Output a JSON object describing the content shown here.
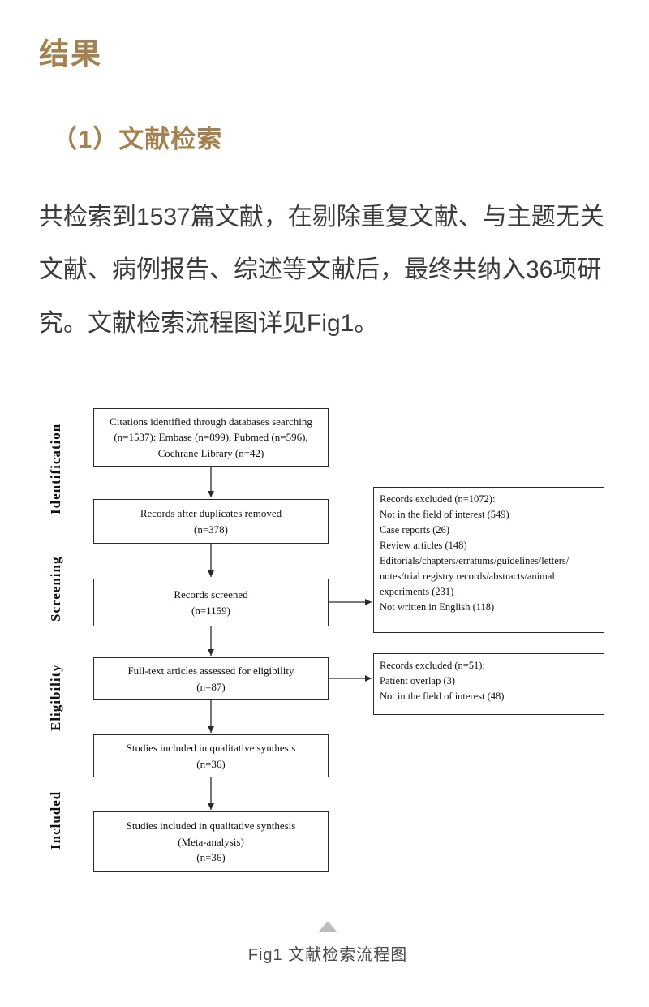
{
  "page": {
    "section_title": "结果",
    "subsection_title": "（1）文献检索",
    "body_text": "共检索到1537篇文献，在剔除重复文献、与主题无关文献、病例报告、综述等文献后，最终共纳入36项研究。文献检索流程图详见Fig1。",
    "figure_caption": "Fig1 文献检索流程图"
  },
  "colors": {
    "heading": "#a5814e",
    "body_text": "#3b3b3b",
    "box_border": "#2b2b2b",
    "caption": "#4a4a4a",
    "triangle": "#bdbdbd"
  },
  "flowchart": {
    "stage_labels": [
      "Identification",
      "Screening",
      "Eligibility",
      "Included"
    ],
    "main_boxes": [
      {
        "lines": [
          "Citations identified through databases searching",
          "(n=1537): Embase (n=899), Pubmed (n=596),",
          "Cochrane Library (n=42)"
        ]
      },
      {
        "lines": [
          "Records after duplicates removed",
          "(n=378)"
        ]
      },
      {
        "lines": [
          "Records screened",
          "(n=1159)"
        ]
      },
      {
        "lines": [
          "Full-text articles assessed for eligibility",
          "(n=87)"
        ]
      },
      {
        "lines": [
          "Studies included in qualitative synthesis",
          "(n=36)"
        ]
      },
      {
        "lines": [
          "Studies included in qualitative synthesis",
          "(Meta-analysis)",
          "(n=36)"
        ]
      }
    ],
    "exclusion_boxes": [
      {
        "lines": [
          "Records excluded (n=1072):",
          "Not in the field of interest (549)",
          "Case reports (26)",
          "Review articles (148)",
          "Editorials/chapters/erratums/guidelines/letters/",
          "notes/trial registry records/abstracts/animal",
          "experiments (231)",
          "Not written in English (118)"
        ]
      },
      {
        "lines": [
          "Records excluded (n=51):",
          "Patient overlap (3)",
          "Not in the field of interest (48)"
        ]
      }
    ]
  }
}
